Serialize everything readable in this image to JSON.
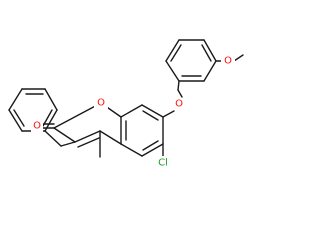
{
  "molecule": {
    "atoms": {
      "carbonyl_o": {
        "label": "O",
        "color": "#ff0d0d"
      },
      "ring_o": {
        "label": "O",
        "color": "#ff0d0d"
      },
      "ether_o": {
        "label": "O",
        "color": "#ff0d0d"
      },
      "methoxy_o": {
        "label": "O",
        "color": "#ff0d0d"
      },
      "chlorine": {
        "label": "Cl",
        "color": "#1fa01f"
      }
    },
    "bond_color": "#1a1a1a"
  }
}
